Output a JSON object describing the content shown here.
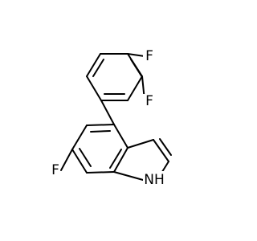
{
  "atoms": {
    "f_top": "F",
    "f_mid": "F",
    "f_left": "F",
    "nh": "NH",
    "nh_h": "H"
  }
}
